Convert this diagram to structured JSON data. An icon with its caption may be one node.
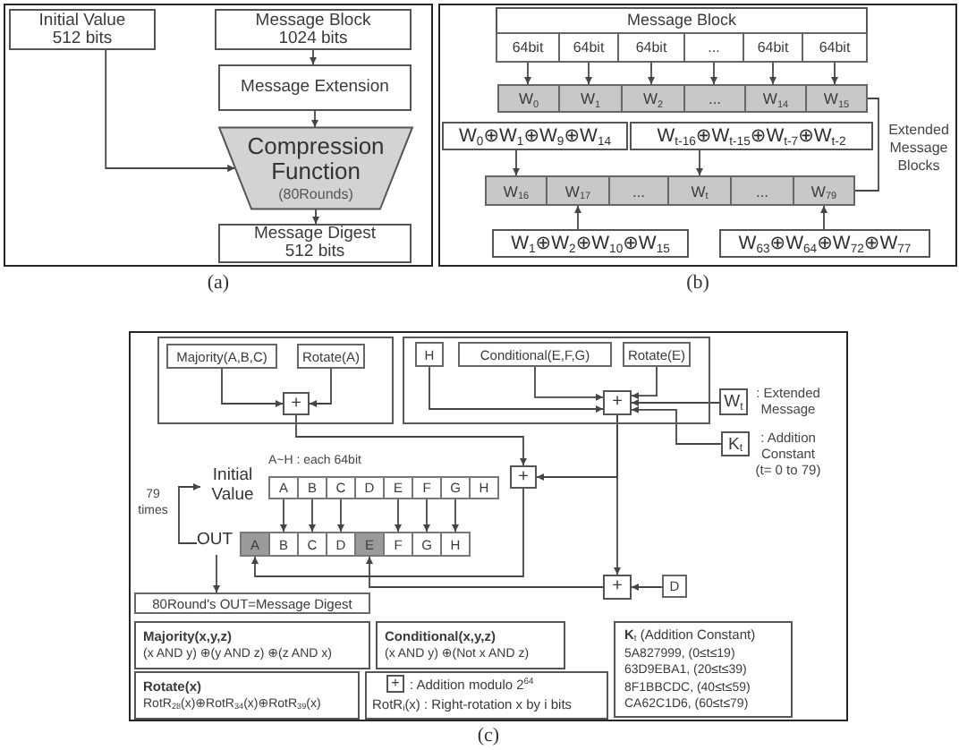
{
  "diagram": {
    "nodes": [
      {
        "text": [],
        "shape": "box",
        "beside": [
          "(a)"
        ]
      },
      {
        "text": [
          "Initial Value 512 bits"
        ],
        "in": 0
      },
      {
        "text": [
          "Message Block 1024 bits"
        ],
        "in": 0
      },
      {
        "text": [
          "Message Extension"
        ],
        "in": 0
      },
      {
        "text": [
          "Compression Function",
          "(80Rounds)"
        ],
        "in": 0
      },
      {
        "text": [
          "Message Digest 512 bits"
        ],
        "in": 0
      },
      {
        "text": [],
        "shape": "box",
        "beside": [
          "(b)"
        ]
      },
      {
        "text": [
          "Message Block"
        ],
        "in": 6
      },
      {
        "text": [
          "64bit"
        ],
        "in": 7
      },
      {
        "text": [
          "64bit"
        ],
        "in": 7
      },
      {
        "text": [
          "64bit"
        ],
        "in": 7
      },
      {
        "text": [
          "..."
        ],
        "in": 7
      },
      {
        "text": [
          "64bit"
        ],
        "in": 7
      },
      {
        "text": [
          "64bit"
        ],
        "in": 7
      },
      {
        "text": [
          "W$_{0}$"
        ],
        "in": 6
      },
      {
        "text": [
          "W$_{1}$"
        ],
        "in": 6
      },
      {
        "text": [
          "W$_{2}$"
        ],
        "in": 6
      },
      {
        "text": [
          "..."
        ],
        "in": 6
      },
      {
        "text": [
          "W$_{14}$"
        ],
        "in": 6
      },
      {
        "text": [
          "W$_{15}$"
        ],
        "in": 6
      },
      {
        "text": [
          "W$_{0}$⊕W$_{1}$⊕W$_{9}$⊕W$_{14}$"
        ],
        "in": 6
      },
      {
        "text": [
          "W$_{t-16}$⊕W$_{t-15}$⊕W$_{t-7}$⊕W$_{t-2}$"
        ],
        "in": 6
      },
      {
        "text": [
          "W$_{16}$"
        ],
        "in": 6
      },
      {
        "text": [
          "W$_{17}$"
        ],
        "in": 6
      },
      {
        "text": [
          "..."
        ],
        "in": 6
      },
      {
        "text": [
          "W$_{t}$"
        ],
        "in": 6
      },
      {
        "text": [
          "..."
        ],
        "in": 6
      },
      {
        "text": [
          "W$_{79}$"
        ],
        "in": 6
      },
      {
        "text": [
          "W$_{1}$⊕W$_{2}$⊕W$_{10}$⊕W$_{15}$"
        ],
        "in": 6
      },
      {
        "text": [
          "W$_{63}$⊕W$_{64}$⊕W$_{72}$⊕W$_{77}$"
        ],
        "in": 6
      },
      {
        "text": [],
        "shape": "box",
        "beside": [
          "(c)"
        ]
      },
      {
        "text": [],
        "shape": "box",
        "in": 30
      },
      {
        "text": [
          "Majority(A,B,C)"
        ],
        "in": 31
      },
      {
        "text": [
          "Rotate(A)"
        ],
        "in": 31
      },
      {
        "text": [
          "+"
        ],
        "in": 31
      },
      {
        "text": [],
        "shape": "box",
        "in": 30
      },
      {
        "text": [
          "H"
        ],
        "in": 35
      },
      {
        "text": [
          "Conditional(E,F,G)"
        ],
        "in": 35
      },
      {
        "text": [
          "Rotate(E)"
        ],
        "in": 35
      },
      {
        "text": [
          "+"
        ],
        "in": 35
      },
      {
        "text": [
          "W$_{t}$"
        ],
        "in": 30,
        "beside": [
          ": Extended Message"
        ]
      },
      {
        "text": [
          "K$_{t}$"
        ],
        "in": 30,
        "beside": [
          ": Addition Constant (t= 0 to 79)"
        ]
      },
      {
        "text": [
          "Initial Value"
        ],
        "in": 30
      },
      {
        "text": [
          "A"
        ],
        "in": 30
      },
      {
        "text": [
          "B"
        ],
        "in": 30
      },
      {
        "text": [
          "C"
        ],
        "in": 30
      },
      {
        "text": [
          "D"
        ],
        "in": 30
      },
      {
        "text": [
          "E"
        ],
        "in": 30
      },
      {
        "text": [
          "F"
        ],
        "in": 30
      },
      {
        "text": [
          "G"
        ],
        "in": 30
      },
      {
        "text": [
          "H"
        ],
        "in": 30
      },
      {
        "text": [
          "+"
        ],
        "in": 30
      },
      {
        "text": [
          "OUT"
        ],
        "in": 30
      },
      {
        "text": [
          "A"
        ],
        "in": 30
      },
      {
        "text": [
          "B"
        ],
        "in": 30
      },
      {
        "text": [
          "C"
        ],
        "in": 30
      },
      {
        "text": [
          "D"
        ],
        "in": 30
      },
      {
        "text": [
          "E"
        ],
        "in": 30
      },
      {
        "text": [
          "F"
        ],
        "in": 30
      },
      {
        "text": [
          "G"
        ],
        "in": 30
      },
      {
        "text": [
          "H"
        ],
        "in": 30
      },
      {
        "text": [
          "+"
        ],
        "in": 30
      },
      {
        "text": [
          "D"
        ],
        "in": 30
      },
      {
        "text": [
          "80Round's OUT=Message Digest"
        ],
        "in": 30
      },
      {
        "text": [
          "Majority(x,y,z)",
          "(x AND y) ⊕(y AND z) ⊕(z AND x)"
        ],
        "in": 30
      },
      {
        "text": [
          "Conditional(x,y,z)",
          "(x AND y) ⊕(Not x AND z)"
        ],
        "in": 30
      },
      {
        "text": [
          "**K**$_{t}$ (Addition Constant)",
          "5A827999, (0≤t≤19)",
          "63D9EBA1, (20≤t≤39)",
          "8F1BBCDC, (40≤t≤59)",
          "CA62C1D6, (60≤t≤79)"
        ],
        "in": 30
      },
      {
        "text": [
          "Rotate(x)",
          "RotR$_{28}$(x)⊕RotR$_{34}$(x)⊕RotR$_{39}$(x)"
        ],
        "in": 30
      },
      {
        "text": [
          ": Addition modulo 2$^{64}$",
          "RotR$_{i}$(x) : Right-rotation x by i bits"
        ],
        "in": 30
      },
      {
        "text": [
          "+"
        ],
        "in": 68
      }
    ],
    "edges": [
      {
        "from": 1,
        "to": 4,
        "arrow": "to"
      },
      {
        "from": 2,
        "to": 3,
        "arrow": "to"
      },
      {
        "from": 3,
        "to": 4,
        "arrow": "to"
      },
      {
        "from": 4,
        "to": 5,
        "arrow": "to"
      },
      {
        "from": 8,
        "to": 14,
        "arrow": "to"
      },
      {
        "from": 9,
        "to": 15,
        "arrow": "to"
      },
      {
        "from": 10,
        "to": 16,
        "arrow": "to"
      },
      {
        "from": 11,
        "to": 17,
        "arrow": "to"
      },
      {
        "from": 12,
        "to": 18,
        "arrow": "to"
      },
      {
        "from": 13,
        "to": 19,
        "arrow": "to"
      },
      {
        "from": 20,
        "to": 22,
        "arrow": "to"
      },
      {
        "from": 21,
        "to": 25,
        "arrow": "to"
      },
      {
        "from": 28,
        "to": 23,
        "arrow": "to"
      },
      {
        "from": 29,
        "to": 27,
        "arrow": "to"
      },
      {
        "from": 32,
        "to": 34,
        "arrow": "to"
      },
      {
        "from": 33,
        "to": 34,
        "arrow": "to"
      },
      {
        "from": 36,
        "to": 39,
        "arrow": "to"
      },
      {
        "from": 37,
        "to": 39,
        "arrow": "to"
      },
      {
        "from": 38,
        "to": 39,
        "arrow": "to"
      },
      {
        "from": 40,
        "to": 39,
        "arrow": "to"
      },
      {
        "from": 41,
        "to": 39,
        "arrow": "to"
      },
      {
        "from": 34,
        "to": 51,
        "arrow": "to"
      },
      {
        "from": 39,
        "to": 51,
        "arrow": "to"
      },
      {
        "from": 39,
        "to": 61,
        "arrow": "to"
      },
      {
        "from": 62,
        "to": 61,
        "arrow": "to"
      },
      {
        "from": 51,
        "to": 53,
        "arrow": "to"
      },
      {
        "from": 61,
        "to": 57,
        "arrow": "to"
      },
      {
        "from": 43,
        "to": 54,
        "arrow": "to"
      },
      {
        "from": 44,
        "to": 55,
        "arrow": "to"
      },
      {
        "from": 45,
        "to": 56,
        "arrow": "to"
      },
      {
        "from": 47,
        "to": 58,
        "arrow": "to"
      },
      {
        "from": 48,
        "to": 59,
        "arrow": "to"
      },
      {
        "from": 49,
        "to": 60,
        "arrow": "to"
      },
      {
        "from": 52,
        "to": 42,
        "arrow": "to",
        "label": "79 times"
      },
      {
        "from": 52,
        "to": 63,
        "arrow": "to"
      },
      {
        "from": 19,
        "to": 27,
        "arrow": "none",
        "label": "Extended Message Blocks"
      }
    ],
    "labels": [
      "A~H : each 64bit"
    ]
  }
}
